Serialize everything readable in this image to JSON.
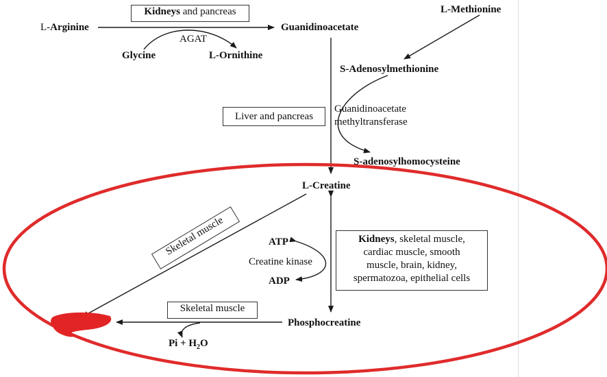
{
  "nodes": {
    "arginine_prefix": "L-",
    "arginine": "Arginine",
    "guanidinoacetate": "Guanidinoacetate",
    "methionine": "L-Methionine",
    "glycine": "Glycine",
    "ornithine": "L-Ornithine",
    "sam": "S-Adenosylmethionine",
    "sah": "S-adenosylhomocysteine",
    "creatine": "L-Creatine",
    "atp": "ATP",
    "adp": "ADP",
    "phosphocreatine": "Phosphocreatine",
    "pi_h2o": "Pi + H",
    "pi_h2o_sub": "2",
    "pi_h2o_end": "O"
  },
  "enzymes": {
    "agat": "AGAT",
    "gamt_line1": "Guanidinoacetate",
    "gamt_line2": "methyltransferase",
    "creatine_kinase": "Creatine kinase"
  },
  "tissues": {
    "box1_bold": "Kidneys",
    "box1_rest": " and pancreas",
    "box2": "Liver and pancreas",
    "skeletal_diag": "Skeletal muscle",
    "skeletal_bottom": "Skeletal muscle",
    "ck_box_bold": "Kidneys",
    "ck_box_line1_rest": ", skeletal muscle,",
    "ck_box_line2": "cardiac muscle, smooth",
    "ck_box_line3": "muscle, brain, kidney,",
    "ck_box_line4": "spermatozoa, epithelial cells"
  },
  "colors": {
    "annotation_red": "#e02b2b",
    "line": "#1a1a1a"
  }
}
